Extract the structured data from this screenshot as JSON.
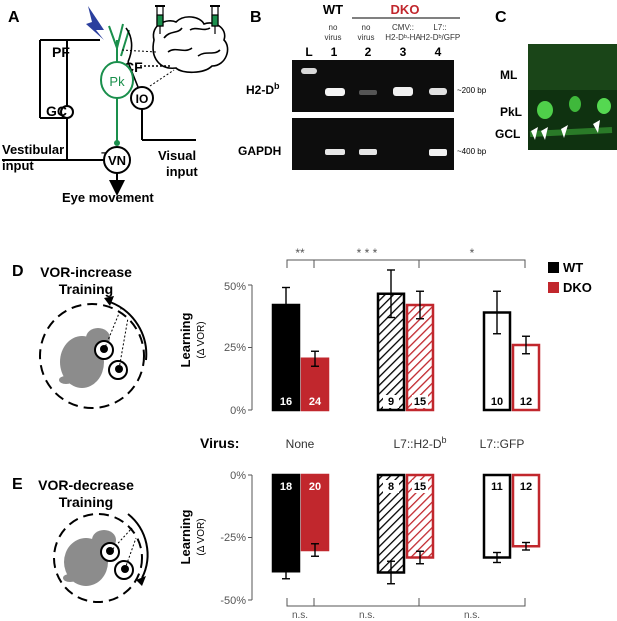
{
  "panel_a": {
    "letter": "A",
    "pf": "PF",
    "cf": "CF",
    "gc": "GC",
    "pk": "Pk",
    "io": "IO",
    "vn": "VN",
    "vestibular": [
      "Vestibular",
      "input"
    ],
    "visual": [
      "Visual",
      "input"
    ],
    "eye": "Eye movement",
    "minus": "–"
  },
  "panel_b": {
    "letter": "B",
    "wt": "WT",
    "dko": "DKO",
    "cond_1": [
      "no",
      "virus"
    ],
    "cond_2": [
      "no",
      "virus"
    ],
    "cond_3": [
      "CMV::",
      "H2-Dᵇ-HA"
    ],
    "cond_4": [
      "L7::",
      "H2-Dᵇ/GFP"
    ],
    "ladder": "L",
    "lanes": [
      "1",
      "2",
      "3",
      "4"
    ],
    "row_top": "H2-D",
    "row_top_sup": "b",
    "row_bottom": "GAPDH",
    "size_top": "~200 bp",
    "size_bottom": "~400 bp"
  },
  "panel_c": {
    "letter": "C",
    "layers": [
      "ML",
      "PkL",
      "GCL"
    ]
  },
  "colors": {
    "wt": "#000000",
    "dko": "#c1272d",
    "circuit_green": "#1a8f4c",
    "arrow_blue": "#2b3f9e"
  },
  "panel_d": {
    "letter": "D",
    "title": [
      "VOR-increase",
      "Training"
    ],
    "ylabel": "Learning",
    "ylabel_sub": "(Δ VOR)",
    "ticks": [
      "50%",
      "25%",
      "0%"
    ],
    "sig": [
      "**",
      "* * *",
      "*"
    ],
    "legend": [
      "WT",
      "DKO"
    ]
  },
  "virus_row": {
    "label": "Virus:",
    "groups": [
      "None",
      "L7::H2-D",
      "L7::GFP"
    ],
    "group2_sup": "b"
  },
  "panel_e": {
    "letter": "E",
    "title": [
      "VOR-decrease",
      "Training"
    ],
    "ylabel": "Learning",
    "ylabel_sub": "(Δ VOR)",
    "ticks": [
      "0%",
      "-25%",
      "-50%"
    ],
    "sig": [
      "n.s.",
      "n.s.",
      "n.s."
    ]
  },
  "chart_data": [
    {
      "type": "bar",
      "title": "VOR-increase Training",
      "ylabel": "Learning (Δ VOR)",
      "ylim": [
        0,
        50
      ],
      "categories": [
        "None",
        "L7::H2-Dᵇ",
        "L7::GFP"
      ],
      "series": [
        {
          "name": "WT",
          "values": [
            42,
            46.5,
            39
          ],
          "errors": [
            7,
            9.5,
            8.5
          ],
          "n": [
            "16",
            "9",
            "10"
          ]
        },
        {
          "name": "DKO",
          "values": [
            20.5,
            42,
            26
          ],
          "errors": [
            3,
            5.5,
            3.5
          ],
          "n": [
            "24",
            "15",
            "12"
          ]
        }
      ]
    },
    {
      "type": "bar",
      "title": "VOR-decrease Training",
      "ylabel": "Learning (Δ VOR)",
      "ylim": [
        -50,
        0
      ],
      "categories": [
        "None",
        "L7::H2-Dᵇ",
        "L7::GFP"
      ],
      "series": [
        {
          "name": "WT",
          "values": [
            -38.5,
            -39,
            -33
          ],
          "errors": [
            3,
            4.5,
            2
          ],
          "n": [
            "18",
            "8",
            "11"
          ]
        },
        {
          "name": "DKO",
          "values": [
            -30,
            -33,
            -28.5
          ],
          "errors": [
            2.5,
            2.5,
            1.5
          ],
          "n": [
            "20",
            "15",
            "12"
          ]
        }
      ]
    }
  ]
}
